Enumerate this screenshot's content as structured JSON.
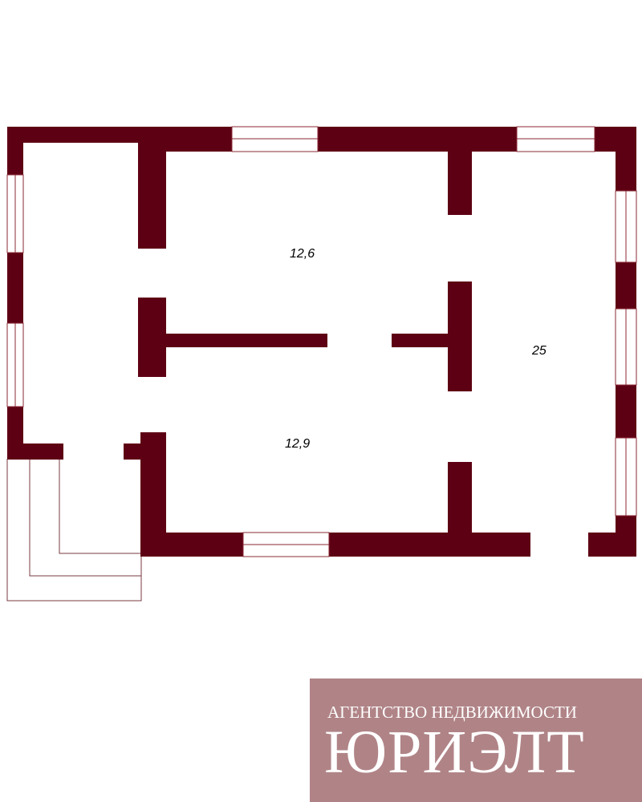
{
  "colors": {
    "wall": "#5e0013",
    "window_frame": "#8b2a35",
    "outline": "#7a3a42",
    "logo_bg": "#b08487",
    "logo_text": "#ffffff"
  },
  "rooms": {
    "room_top": "12,6",
    "room_bottom": "12,9",
    "room_right": "25"
  },
  "logo": {
    "subtitle": "АГЕНТСТВО НЕДВИЖИМОСТИ",
    "title": "ЮРИЭЛТ"
  }
}
